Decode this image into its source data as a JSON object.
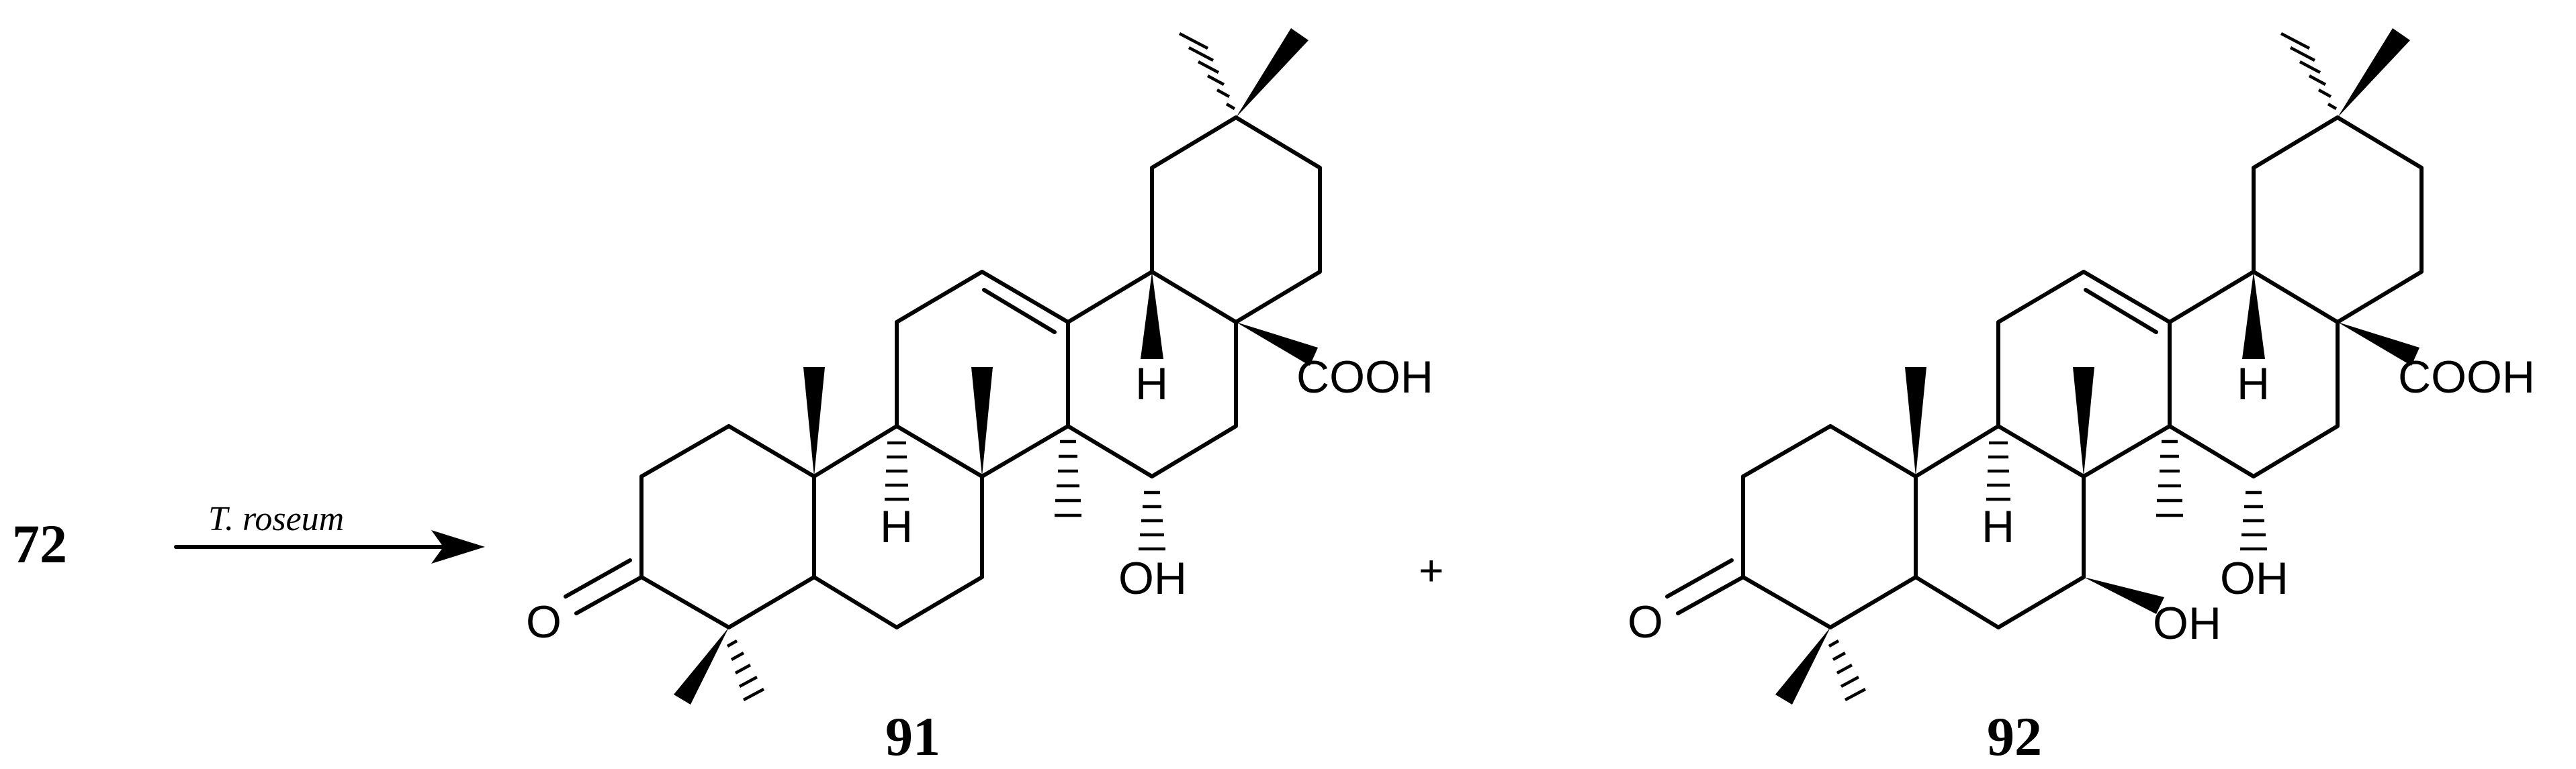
{
  "starting_material": "72",
  "reagent": "T. roseum",
  "plus_sign": "+",
  "products": [
    {
      "id": "91",
      "labels": {
        "ketone_o": "O",
        "cooh": "COOH",
        "h_bottom": "H",
        "h_top": "H",
        "oh_c15": "OH"
      }
    },
    {
      "id": "92",
      "labels": {
        "ketone_o": "O",
        "cooh": "COOH",
        "h_bottom": "H",
        "h_top": "H",
        "oh_c15": "OH",
        "oh_c7": "OH"
      }
    }
  ]
}
